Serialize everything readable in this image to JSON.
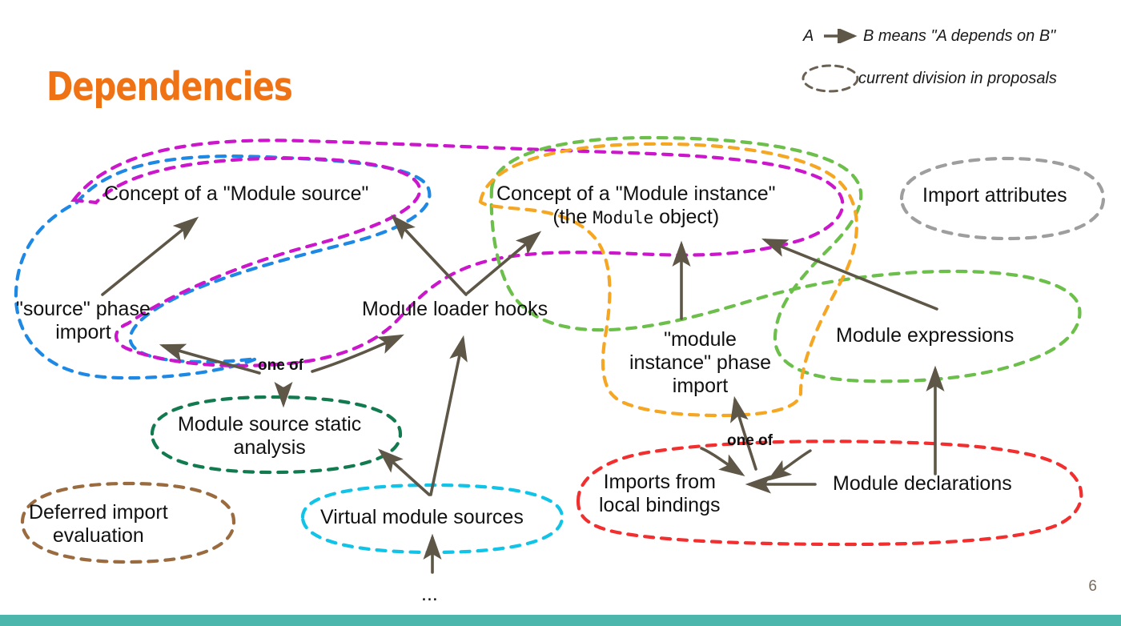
{
  "slide": {
    "title": "Dependencies",
    "page_number": "6",
    "ellipsis": "...",
    "accent_color": "#ef7215",
    "bottom_bar_color": "#4db6ac",
    "arrow_color": "#5e5646"
  },
  "legend": {
    "arrow_left": "A",
    "arrow_right": "B means \"A depends on B\"",
    "region": "current division in proposals",
    "region_icon": "dashed-ellipse-icon",
    "arrow_icon": "right-arrow-icon"
  },
  "nodes": [
    {
      "id": "module-source-concept",
      "line1": "Concept of a \"Module source\"",
      "line2": ""
    },
    {
      "id": "module-instance-concept",
      "line1": "Concept of a \"Module instance\"",
      "line2_pre": "(the ",
      "line2_mono": "Module",
      "line2_post": " object)"
    },
    {
      "id": "import-attributes",
      "line1": "Import attributes",
      "line2": ""
    },
    {
      "id": "source-phase-import",
      "line1": "\"source\" phase",
      "line2": "import"
    },
    {
      "id": "module-loader-hooks",
      "line1": "Module loader hooks",
      "line2": ""
    },
    {
      "id": "module-instance-phase-import",
      "line1": "\"module",
      "line2": "instance\" phase",
      "line3": "import"
    },
    {
      "id": "module-expressions",
      "line1": "Module expressions",
      "line2": ""
    },
    {
      "id": "module-source-static-analysis",
      "line1": "Module source static",
      "line2": "analysis"
    },
    {
      "id": "deferred-import-evaluation",
      "line1": "Deferred import",
      "line2": "evaluation"
    },
    {
      "id": "virtual-module-sources",
      "line1": "Virtual module sources",
      "line2": ""
    },
    {
      "id": "imports-from-local-bindings",
      "line1": "Imports from",
      "line2": "local bindings"
    },
    {
      "id": "module-declarations",
      "line1": "Module declarations",
      "line2": ""
    }
  ],
  "edge_labels": [
    {
      "id": "one-of-left",
      "text": "one of"
    },
    {
      "id": "one-of-right",
      "text": "one of"
    }
  ],
  "regions": [
    {
      "id": "blue-region",
      "color": "#1e88e5",
      "encloses": "\"source\" phase import + Concept of a \"Module source\""
    },
    {
      "id": "magenta-region",
      "color": "#cc16cc",
      "encloses": "Module loader hooks + Concept of a \"Module instance\""
    },
    {
      "id": "green-region",
      "color": "#6cbf4b",
      "encloses": "Concept of a \"Module instance\" + Module expressions"
    },
    {
      "id": "orange-region",
      "color": "#f5a623",
      "encloses": "Concept of a \"Module instance\" + \"module instance\" phase import"
    },
    {
      "id": "gray-region",
      "color": "#9e9e9e",
      "encloses": "Import attributes"
    },
    {
      "id": "darkgreen-region",
      "color": "#117a4e",
      "encloses": "Module source static analysis"
    },
    {
      "id": "brown-region",
      "color": "#9a6b3f",
      "encloses": "Deferred import evaluation"
    },
    {
      "id": "cyan-region",
      "color": "#12c3e8",
      "encloses": "Virtual module sources"
    },
    {
      "id": "red-region",
      "color": "#f22e2e",
      "encloses": "Imports from local bindings + Module declarations"
    }
  ]
}
